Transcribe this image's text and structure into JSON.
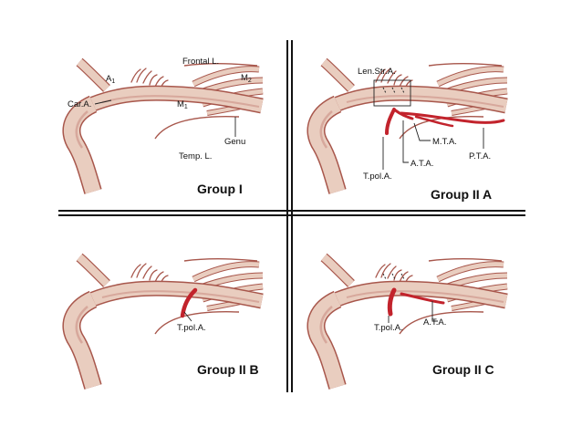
{
  "panels": {
    "group1": {
      "title": "Group I",
      "labels": {
        "frontal": "Frontal L.",
        "a1": "A",
        "a1_sub": "1",
        "m2": "M",
        "m2_sub": "2",
        "car": "Car.A.",
        "m1": "M",
        "m1_sub": "1",
        "genu": "Genu",
        "temp": "Temp. L."
      }
    },
    "group2a": {
      "title": "Group II A",
      "labels": {
        "lenstr": "Len.Str.A.",
        "mta": "M.T.A.",
        "pta": "P.T.A.",
        "ata": "A.T.A.",
        "tpol": "T.pol.A."
      }
    },
    "group2b": {
      "title": "Group II B",
      "labels": {
        "tpol": "T.pol.A."
      }
    },
    "group2c": {
      "title": "Group II C",
      "labels": {
        "tpol": "T.pol.A.",
        "ata": "A.T.A."
      }
    }
  },
  "colors": {
    "vessel_fill": "#e9cdbf",
    "vessel_edge": "#a8574c",
    "vessel_shade": "#c98a80",
    "branch_red": "#c2232c",
    "divider": "#111111"
  }
}
